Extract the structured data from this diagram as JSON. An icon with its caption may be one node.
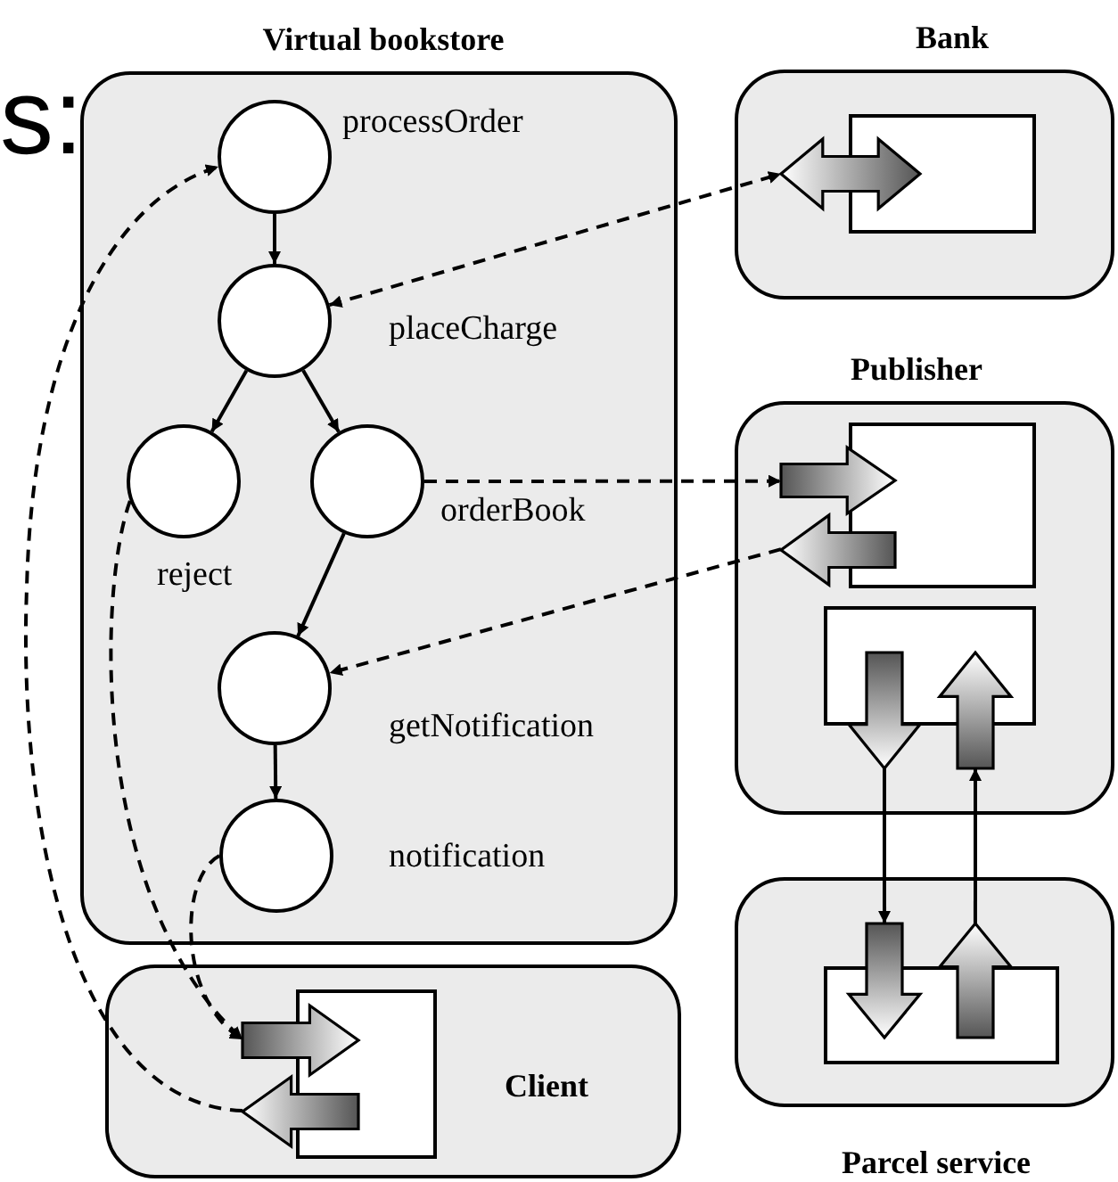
{
  "diagram": {
    "nodes": [
      {
        "text": [
          "Virtual bookstore"
        ]
      },
      {
        "text": [],
        "shape": "circle",
        "in": 0,
        "beside": [
          "processOrder"
        ]
      },
      {
        "text": [],
        "shape": "circle",
        "in": 0,
        "beside": [
          "placeCharge"
        ]
      },
      {
        "text": [],
        "shape": "circle",
        "in": 0,
        "beside": [
          "reject"
        ]
      },
      {
        "text": [],
        "shape": "circle",
        "in": 0,
        "beside": [
          "orderBook"
        ]
      },
      {
        "text": [],
        "shape": "circle",
        "in": 0,
        "beside": [
          "getNotification"
        ]
      },
      {
        "text": [],
        "shape": "circle",
        "in": 0,
        "beside": [
          "notification"
        ]
      },
      {
        "text": [
          "Bank"
        ]
      },
      {
        "text": [],
        "shape": "box",
        "in": 7
      },
      {
        "text": [
          "Publisher"
        ]
      },
      {
        "text": [],
        "shape": "box",
        "in": 9
      },
      {
        "text": [],
        "shape": "box",
        "in": 9
      },
      {
        "text": [
          "Parcel service"
        ]
      },
      {
        "text": [],
        "shape": "box",
        "in": 12
      },
      {
        "text": [
          "Client"
        ]
      },
      {
        "text": [],
        "shape": "box",
        "in": 14
      }
    ],
    "edges": [
      {
        "from": 1,
        "to": 2,
        "arrow": "to"
      },
      {
        "from": 2,
        "to": 3,
        "arrow": "to"
      },
      {
        "from": 2,
        "to": 4,
        "arrow": "to"
      },
      {
        "from": 4,
        "to": 5,
        "arrow": "to"
      },
      {
        "from": 5,
        "to": 6,
        "arrow": "to"
      },
      {
        "from": 2,
        "to": 8,
        "arrow": "both",
        "style": "dashed"
      },
      {
        "from": 4,
        "to": 10,
        "arrow": "to",
        "style": "dashed"
      },
      {
        "from": 10,
        "to": 5,
        "arrow": "to",
        "style": "dashed"
      },
      {
        "from": 6,
        "to": 15,
        "arrow": "to",
        "style": "dashed"
      },
      {
        "from": 3,
        "to": 15,
        "arrow": "to",
        "style": "dashed"
      },
      {
        "from": 15,
        "to": 1,
        "arrow": "to",
        "style": "dashed"
      },
      {
        "from": 11,
        "to": 13,
        "arrow": "to"
      },
      {
        "from": 13,
        "to": 11,
        "arrow": "to"
      }
    ],
    "labels": [
      "s:"
    ]
  }
}
